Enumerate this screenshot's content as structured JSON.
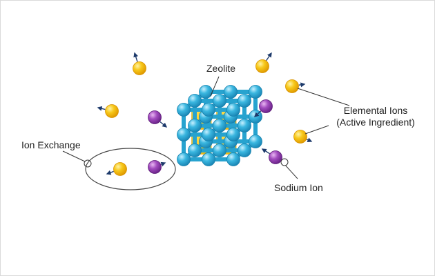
{
  "labels": {
    "zeolite": "Zeolite",
    "elemental_line1": "Elemental Ions",
    "elemental_line2": "(Active Ingredient)",
    "ion_exchange": "Ion Exchange",
    "sodium_ion": "Sodium Ion"
  },
  "colors": {
    "elemental_ion": "#f5b800",
    "sodium_ion": "#8e3aa8",
    "framework_node": "#2aa9d6",
    "framework_bond": "#27a3cf",
    "framework_core": "#f6c500",
    "arrow": "#1d3a6b",
    "leader_line": "#333333"
  }
}
